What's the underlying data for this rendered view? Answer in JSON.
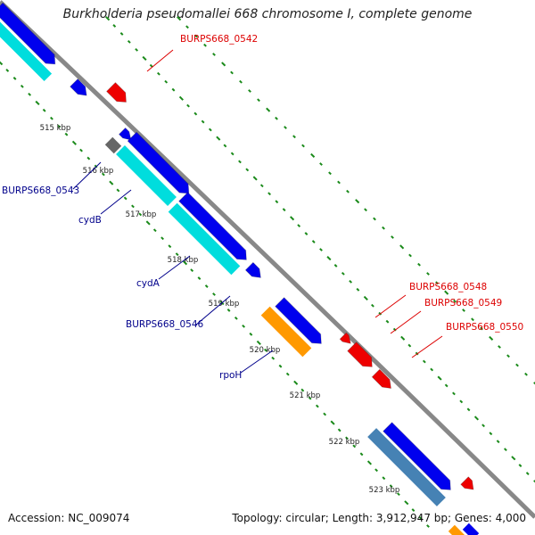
{
  "title": "Burkholderia pseudomallei 668 chromosome I, complete genome",
  "footer": {
    "accession": "Accession: NC_009074",
    "summary": "Topology: circular; Length: 3,912,947 bp; Genes: 4,000"
  },
  "colors": {
    "backbone": "#888888",
    "tick": "#1a8a1a",
    "gene_blue": "#0000ee",
    "gene_cyan": "#00dddd",
    "gene_orange": "#ff9900",
    "gene_red": "#ee0000",
    "gene_gray": "#666666",
    "gene_steel": "#4682b4",
    "label_blue": "#00008b",
    "label_red": "#dd0000"
  },
  "ticks": [
    {
      "label": "515 kbp"
    },
    {
      "label": "516 kbp"
    },
    {
      "label": "517 kbp"
    },
    {
      "label": "518 kbp"
    },
    {
      "label": "519 kbp"
    },
    {
      "label": "520 kbp"
    },
    {
      "label": "521 kbp"
    },
    {
      "label": "522 kbp"
    },
    {
      "label": "523 kbp"
    }
  ],
  "gene_labels": [
    {
      "text": "BURPS668_0542",
      "color": "red"
    },
    {
      "text": "BURPS668_0543",
      "color": "blue"
    },
    {
      "text": "cydB",
      "color": "blue"
    },
    {
      "text": "cydA",
      "color": "blue"
    },
    {
      "text": "BURPS668_0546",
      "color": "blue"
    },
    {
      "text": "rpoH",
      "color": "blue"
    },
    {
      "text": "BURPS668_0548",
      "color": "red"
    },
    {
      "text": "BURPS668_0549",
      "color": "red"
    },
    {
      "text": "BURPS668_0550",
      "color": "red"
    }
  ]
}
